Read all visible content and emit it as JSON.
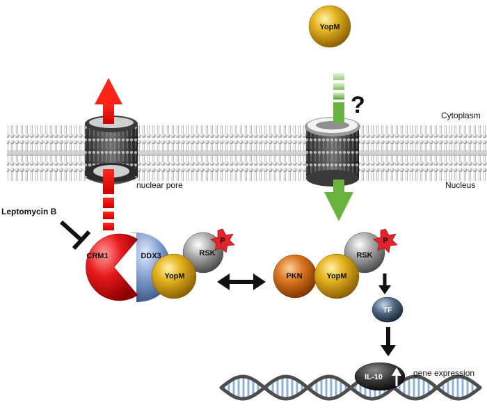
{
  "labels": {
    "cytoplasm": "Cytoplasm",
    "nucleus": "Nucleus",
    "nuclear_pore": "nuclear pore",
    "leptomycin": "Leptomycin B",
    "question": "?",
    "gene_expression": "gene expression"
  },
  "proteins": {
    "yopm_top": "YopM",
    "crm1": "CRM1",
    "ddx3": "DDX3",
    "yopm_left": "YopM",
    "rsk_left": "RSK",
    "p_left": "P",
    "pkn": "PKN",
    "yopm_right": "YopM",
    "rsk_right": "RSK",
    "p_right": "P",
    "tf": "TF",
    "il10": "IL-10"
  },
  "colors": {
    "export_arrow": "#e8110f",
    "import_arrow": "#6ab33e",
    "yopm": "#d9a514",
    "crm1": "#e4161b",
    "ddx3": "#7d9ccc",
    "rsk": "#8e8e8e",
    "pkn": "#d2691e",
    "phospho": "#e0242a",
    "tf": "#4a5f78",
    "dna": "#4d4d4d",
    "base_pairs": "#8fb1d8"
  }
}
